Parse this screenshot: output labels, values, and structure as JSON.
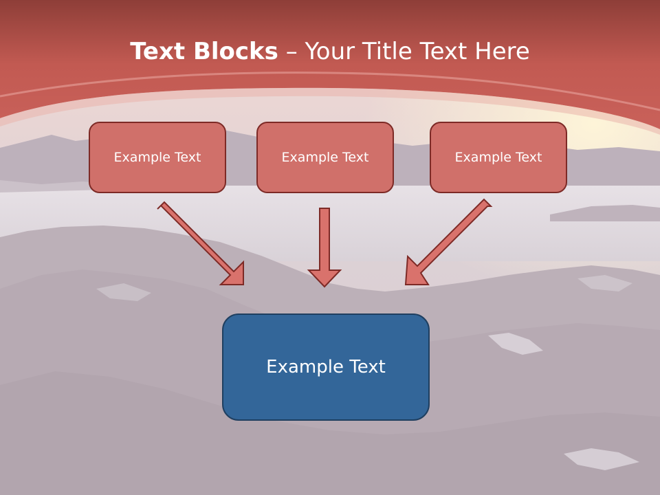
{
  "title": {
    "bold": "Text Blocks",
    "dash": " – ",
    "rest": "Your Title Text Here"
  },
  "boxes": {
    "top_left": "Example Text",
    "top_center": "Example Text",
    "top_right": "Example Text",
    "bottom": "Example Text"
  },
  "colors": {
    "header_red": "#c25a52",
    "box_red": "#d0706a",
    "box_border": "#7d2a26",
    "box_blue": "#336699",
    "arrow_fill": "#d9726c"
  }
}
